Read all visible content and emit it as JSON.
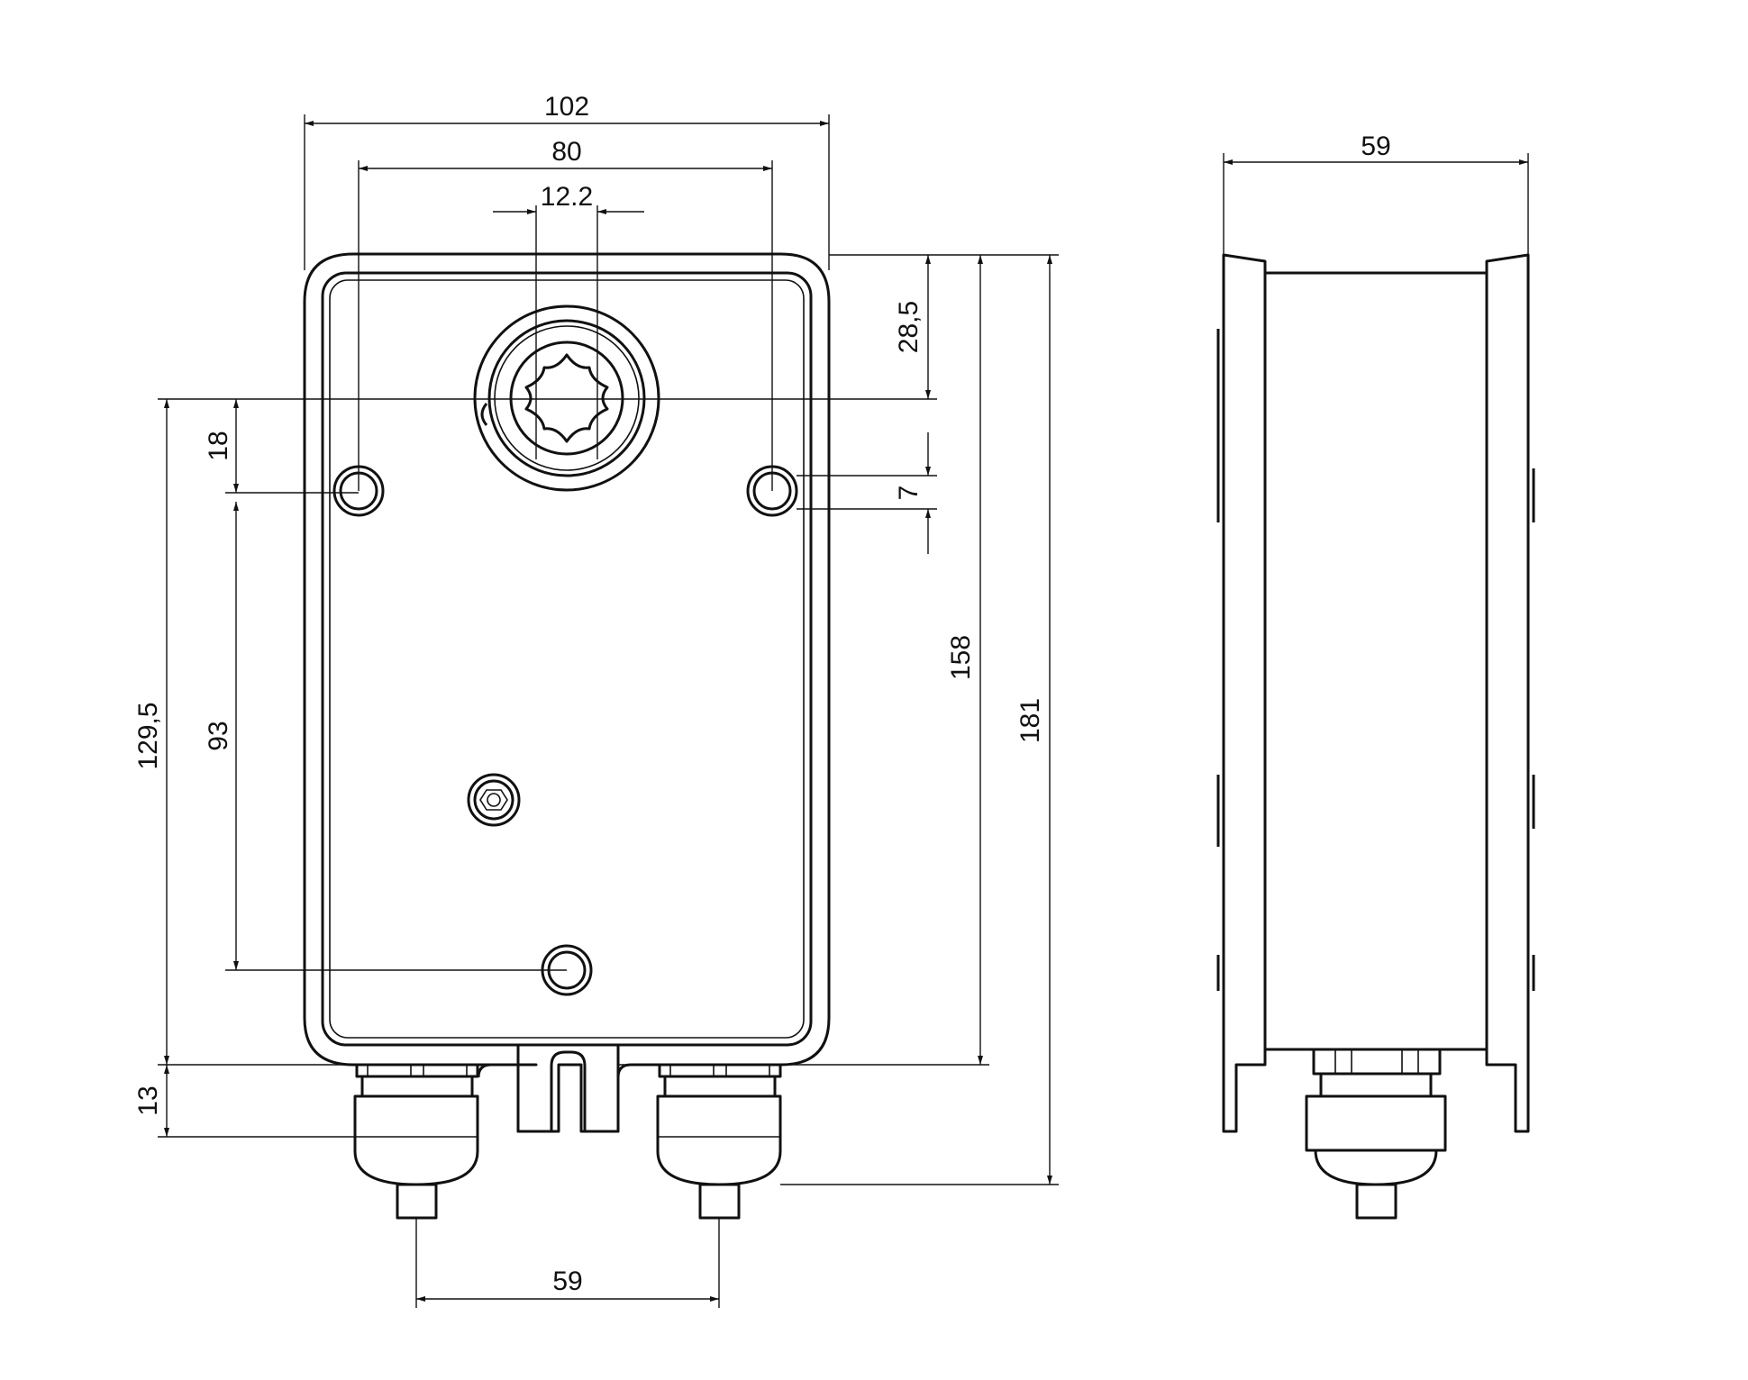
{
  "drawing": {
    "front_view": {
      "width_overall": "102",
      "mount_hole_spacing": "80",
      "shaft_size": "12.2",
      "shaft_offset": "28,5",
      "hole_offset": "18",
      "hole_diameter": "7",
      "height_body": "158",
      "height_overall": "181",
      "hole_height": "129,5",
      "hole_vertical_spacing": "93",
      "gland_offset": "13",
      "gland_spacing": "59"
    },
    "side_view": {
      "depth": "59"
    },
    "colors": {
      "line": "#111111",
      "background": "#ffffff"
    }
  }
}
